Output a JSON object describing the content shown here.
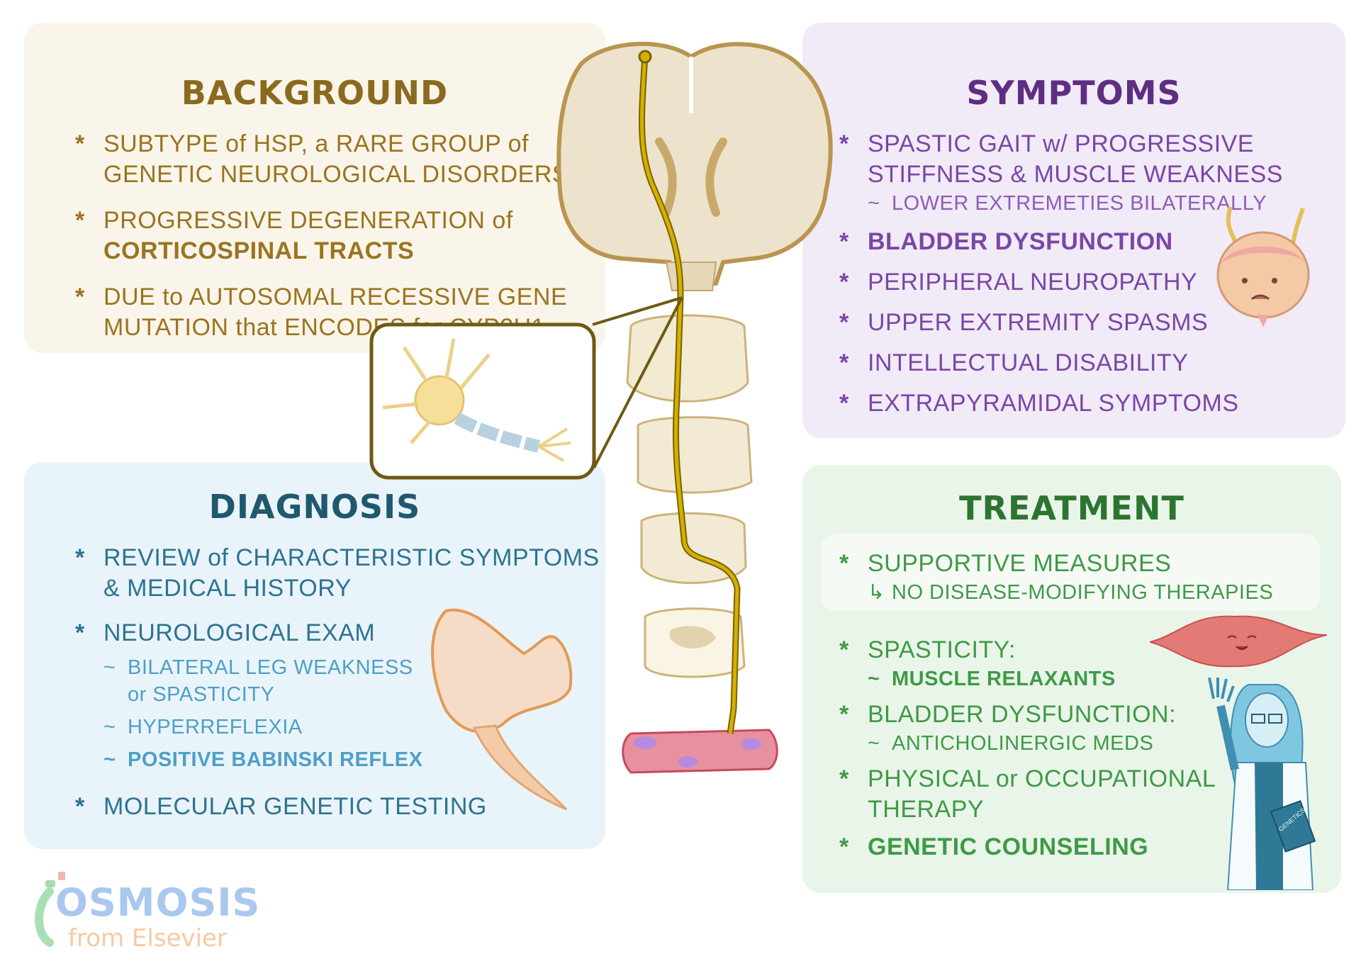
{
  "background": {
    "title": "BACKGROUND",
    "items": [
      {
        "text": "SUBTYPE of HSP, a RARE GROUP of GENETIC NEUROLOGICAL DISORDERS"
      },
      {
        "pre": "PROGRESSIVE DEGENERATION of ",
        "bold": "CORTICOSPINAL TRACTS"
      },
      {
        "text": "DUE to AUTOSOMAL RECESSIVE GENE MUTATION that ENCODES for CYP2U1"
      }
    ]
  },
  "symptoms": {
    "title": "SYMPTOMS",
    "items": [
      {
        "text": "SPASTIC GAIT w/ PROGRESSIVE STIFFNESS & MUSCLE WEAKNESS",
        "sub": "LOWER EXTREMETIES BILATERALLY"
      },
      {
        "text": "BLADDER DYSFUNCTION",
        "bold": true
      },
      {
        "text": "PERIPHERAL NEUROPATHY"
      },
      {
        "text": "UPPER EXTREMITY SPASMS"
      },
      {
        "text": "INTELLECTUAL DISABILITY"
      },
      {
        "text": "EXTRAPYRAMIDAL SYMPTOMS"
      }
    ]
  },
  "diagnosis": {
    "title": "DIAGNOSIS",
    "items": [
      {
        "text": "REVIEW of CHARACTERISTIC SYMPTOMS & MEDICAL HISTORY"
      },
      {
        "text": "NEUROLOGICAL EXAM",
        "subs": [
          "BILATERAL LEG WEAKNESS or SPASTICITY",
          "HYPERREFLEXIA",
          "POSITIVE BABINSKI REFLEX"
        ]
      },
      {
        "text": "MOLECULAR GENETIC TESTING"
      }
    ]
  },
  "treatment": {
    "title": "TREATMENT",
    "highlight": {
      "text": "SUPPORTIVE MEASURES",
      "sub": "NO DISEASE-MODIFYING THERAPIES"
    },
    "items": [
      {
        "text": "SPASTICITY:",
        "sub": "MUSCLE RELAXANTS"
      },
      {
        "text": "BLADDER DYSFUNCTION:",
        "sub": "ANTICHOLINERGIC MEDS"
      },
      {
        "text": "PHYSICAL or OCCUPATIONAL THERAPY"
      },
      {
        "text": "GENETIC COUNSELING",
        "bold": true
      }
    ]
  },
  "symbols": {
    "bullet": "*",
    "tilde": "~",
    "arrow": "↳"
  },
  "illustrations": {
    "book_label": "GENETICS"
  },
  "logo": {
    "name": "OSMOSIS",
    "tagline": "from Elsevier"
  },
  "colors": {
    "background_text": "#9a7420",
    "symptoms_text": "#7b46a6",
    "diagnosis_text": "#2d7391",
    "treatment_text": "#3e9a45",
    "tract": "#c9a400"
  }
}
